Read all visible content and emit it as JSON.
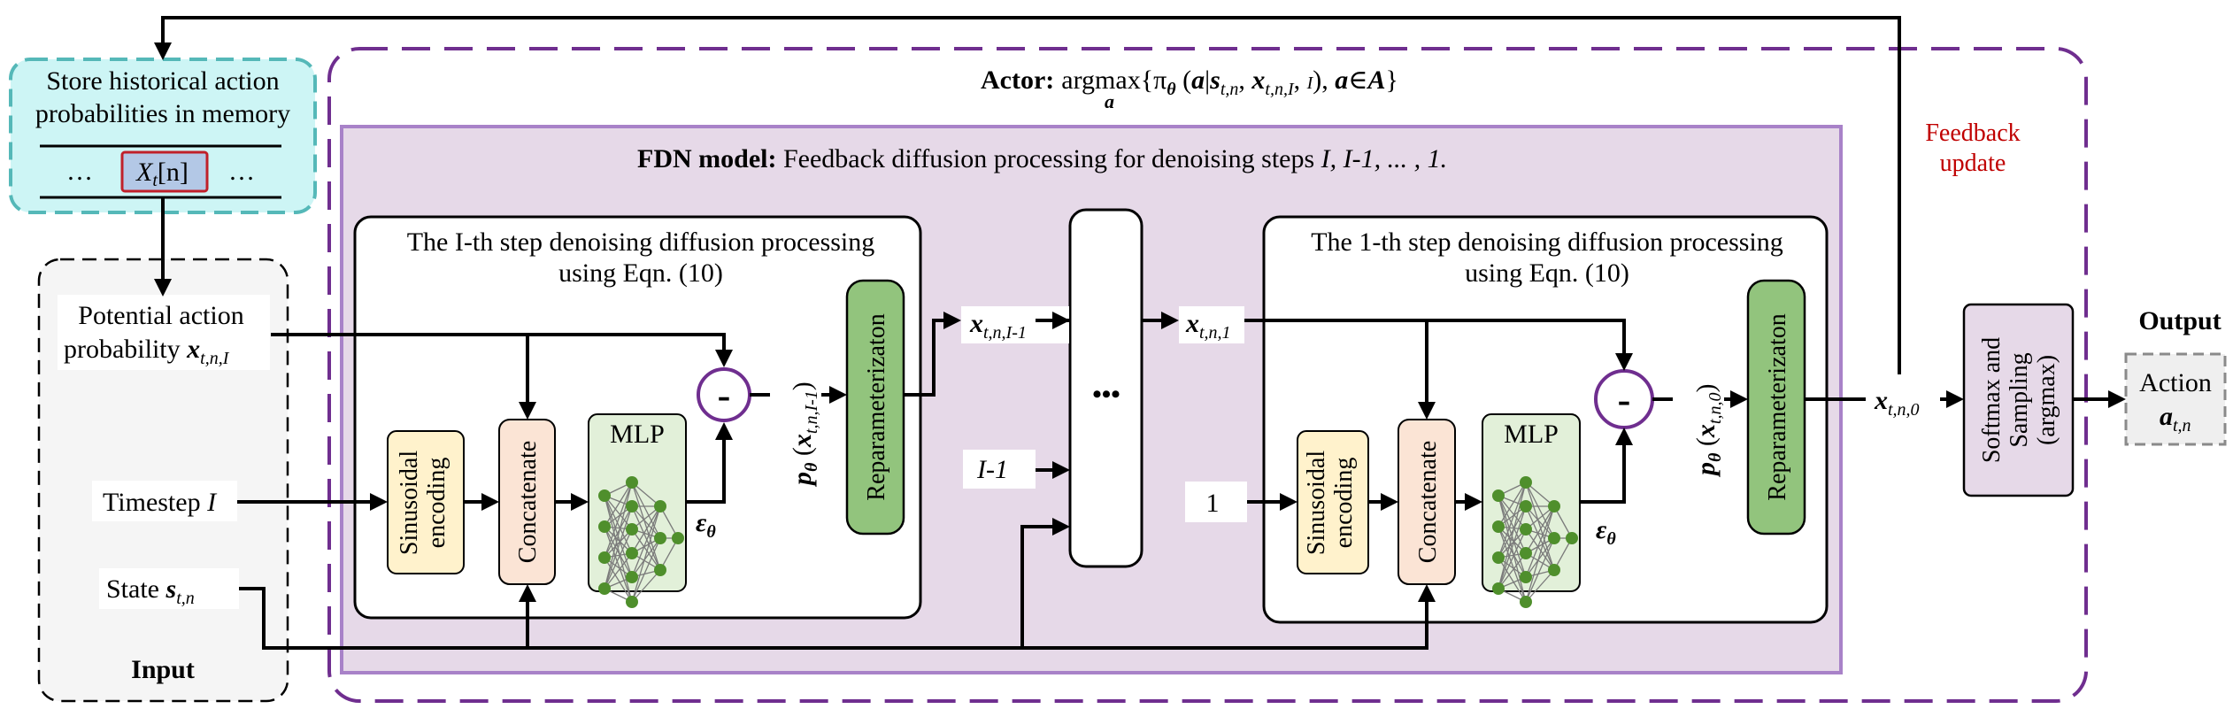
{
  "memory": {
    "title_line1": "Store historical action",
    "title_line2": "probabilities in memory",
    "cell": "X",
    "cell_sub": "t",
    "cell_index": "[n]",
    "ellipsis": "…"
  },
  "input": {
    "label": "Input",
    "potential_line1": "Potential action",
    "potential_line2": "probability ",
    "potential_var": "x",
    "potential_sub": "t,n,I",
    "timestep": "Timestep ",
    "timestep_var": "I",
    "state": "State ",
    "state_var": "s",
    "state_sub": "t,n"
  },
  "actor": {
    "bold": "Actor:",
    "argmax": "argmax",
    "argmax_sub": "a",
    "formula": "{π",
    "formula_theta": "θ",
    "formula_rest1": " (",
    "a": "a",
    "bar": "|",
    "s": "s",
    "s_sub": "t,n",
    "comma": ", ",
    "x": "x",
    "x_sub": "t,n,I",
    "i": "I",
    "close": "), ",
    "a2": "a",
    "in": "∈",
    "A": "A",
    "brace": "}"
  },
  "fdn": {
    "bold": "FDN model:",
    "text": " Feedback diffusion processing for  denoising steps ",
    "steps": "I, I-1, ... , 1."
  },
  "block_I": {
    "title_line1": "The I-th step denoising diffusion processing",
    "title_line2": "using Eqn. (10)",
    "sin_line1": "Sinusoidal",
    "sin_line2": "encoding",
    "concat": "Concatenate",
    "mlp": "MLP",
    "eps": "ε",
    "eps_sub": "θ",
    "minus": "-",
    "p": "p",
    "p_sub": "θ",
    "p_arg_open": " (",
    "p_arg_x": "x",
    "p_arg_sub": "t,n,I-1",
    "p_arg_close": ")",
    "repar": "Reparameterizaton"
  },
  "middle": {
    "x_out": "x",
    "x_out_sub": "t,n,I-1",
    "x_in": "x",
    "x_in_sub": "t,n,1",
    "step_label": "I-1",
    "dots": "•••"
  },
  "block_1": {
    "title_line1": "The 1-th step denoising diffusion processing",
    "title_line2": "using Eqn. (10)",
    "timestep": "1",
    "sin_line1": "Sinusoidal",
    "sin_line2": "encoding",
    "concat": "Concatenate",
    "mlp": "MLP",
    "eps": "ε",
    "eps_sub": "θ",
    "minus": "-",
    "p": "p",
    "p_sub": "θ",
    "p_arg_open": " (",
    "p_arg_x": "x",
    "p_arg_sub": "t,n,0",
    "p_arg_close": ")",
    "repar": "Reparameterizaton"
  },
  "output": {
    "x": "x",
    "x_sub": "t,n,0",
    "feedback_line1": "Feedback",
    "feedback_line2": "update",
    "softmax_line1": "Softmax and",
    "softmax_line2": "Sampling",
    "softmax_line3": "(argmax)",
    "label": "Output",
    "action": "Action",
    "action_var": "a",
    "action_sub": "t,n"
  },
  "colors": {
    "memory_fill": "#cdf5f5",
    "memory_border": "#55b8b8",
    "cell_fill": "#b3c8e6",
    "cell_border": "#c0202a",
    "actor_border": "#6f2e8f",
    "fdn_fill": "#e6d9e8",
    "fdn_border": "#a882c8",
    "sin_fill": "#fff2cc",
    "concat_fill": "#fbe4d5",
    "mlp_fill": "#e2f0d9",
    "repar_fill": "#92c47d",
    "minus_border": "#6f2e8f",
    "softmax_fill": "#e6d9e8",
    "action_fill": "#efefef",
    "feedback_text": "#c00000"
  }
}
